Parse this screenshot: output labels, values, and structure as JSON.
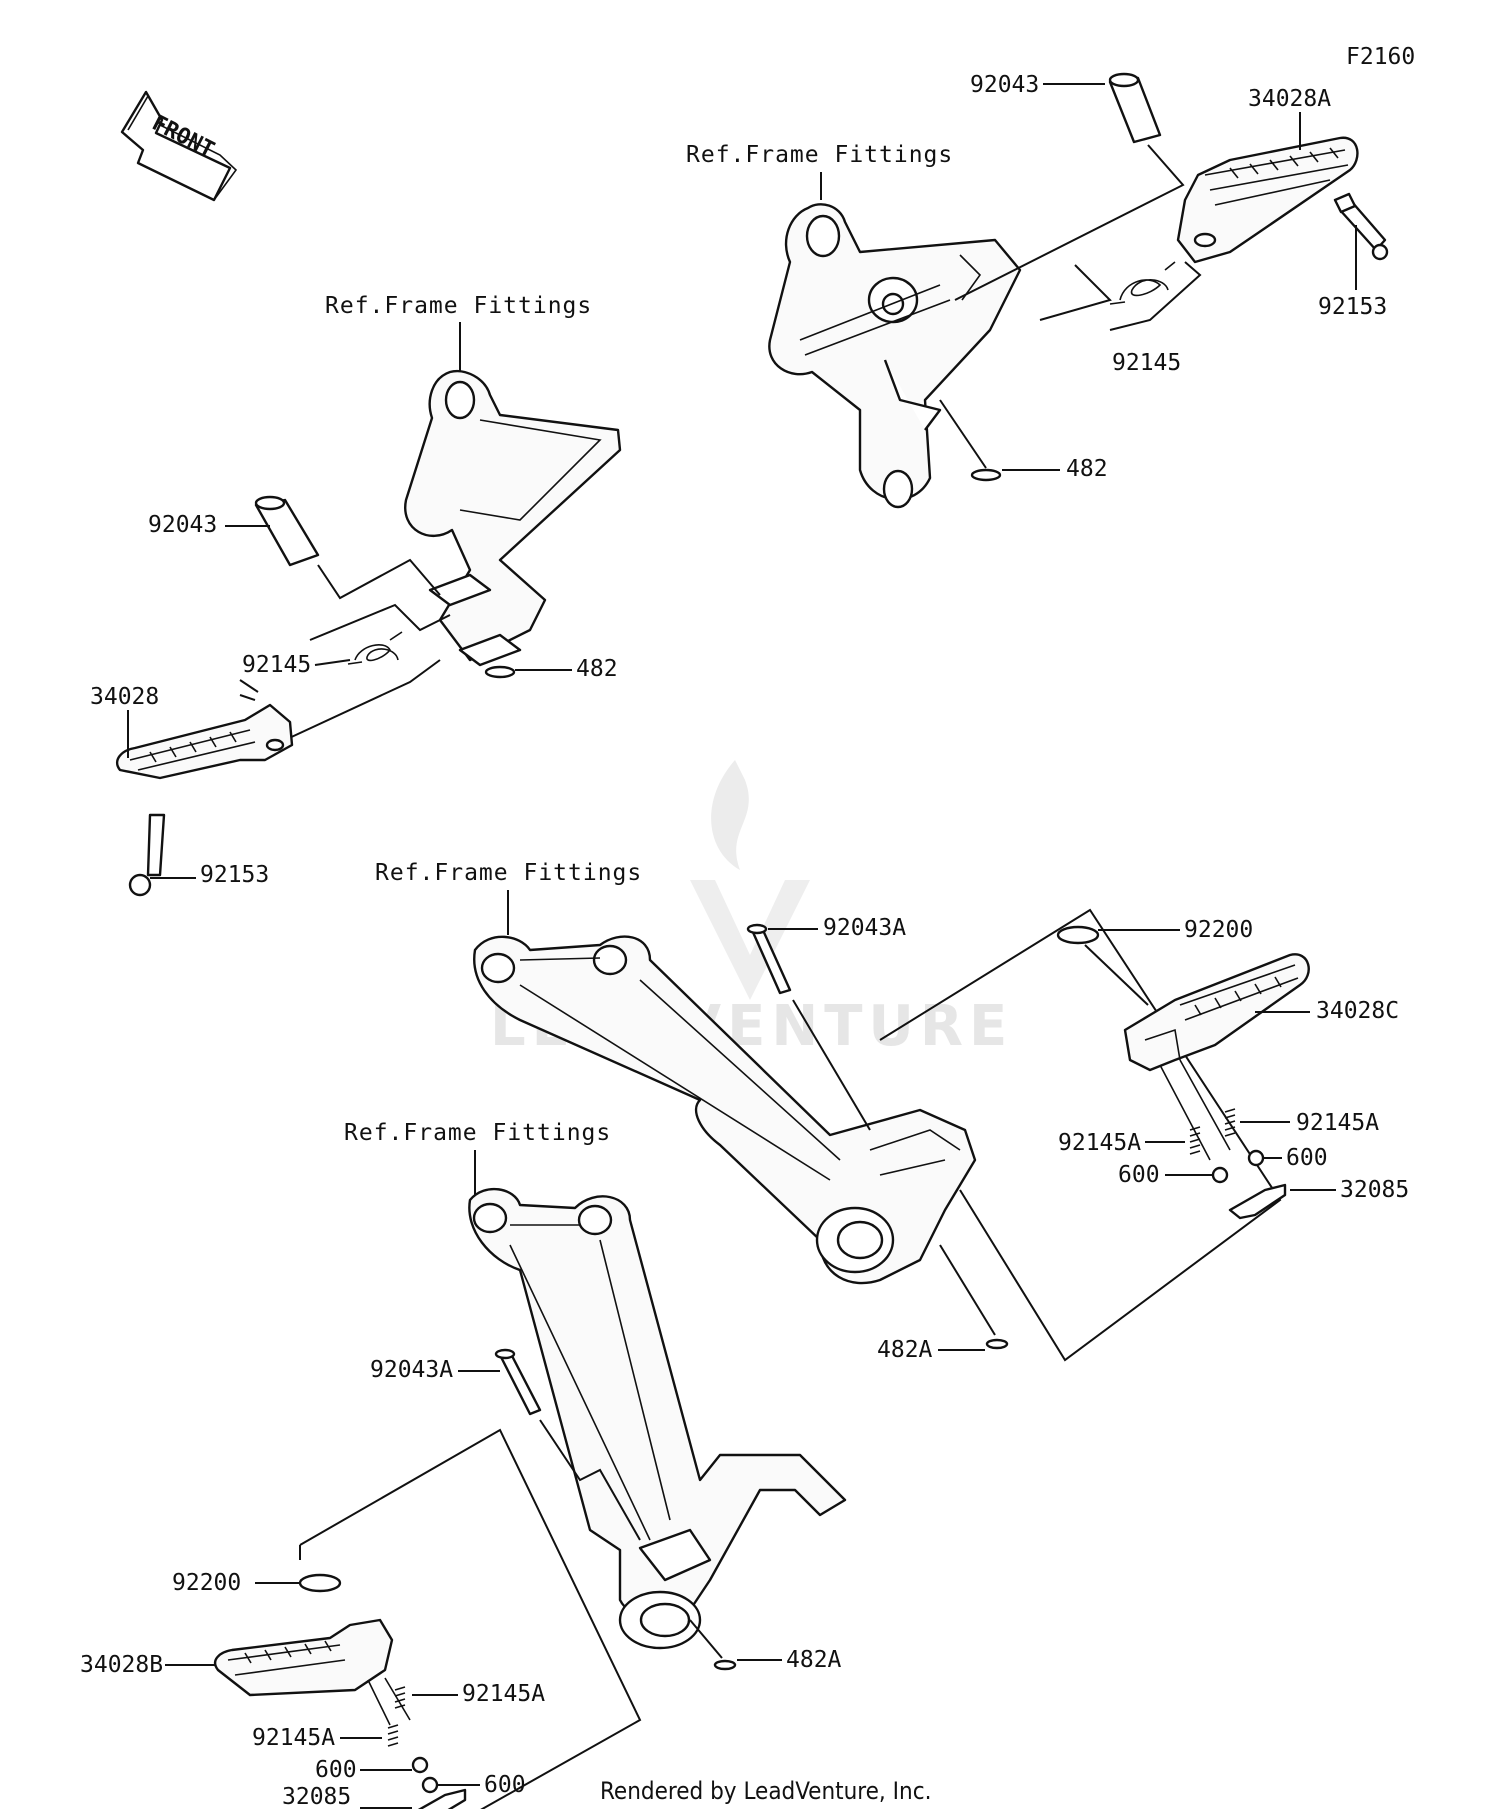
{
  "diagram_code": "F2160",
  "front_arrow_label": "FRONT",
  "ref_labels": {
    "top_right": "Ref.Frame Fittings",
    "top_left": "Ref.Frame Fittings",
    "mid_right": "Ref.Frame Fittings",
    "bottom_left": "Ref.Frame Fittings"
  },
  "part_labels": {
    "tr_92043": "92043",
    "tr_34028A": "34028A",
    "tr_92153": "92153",
    "tr_92145": "92145",
    "tr_482": "482",
    "tl_92043": "92043",
    "tl_92145": "92145",
    "tl_482": "482",
    "tl_34028": "34028",
    "tl_92153": "92153",
    "mr_92043A": "92043A",
    "mr_92200": "92200",
    "mr_34028C": "34028C",
    "mr_92145A_l": "92145A",
    "mr_92145A_r": "92145A",
    "mr_600_r": "600",
    "mr_600_l": "600",
    "mr_32085": "32085",
    "mr_482A": "482A",
    "bl_92043A": "92043A",
    "bl_92200": "92200",
    "bl_34028B": "34028B",
    "bl_92145A_r": "92145A",
    "bl_92145A_l": "92145A",
    "bl_600_l": "600",
    "bl_600_r": "600",
    "bl_32085": "32085",
    "bl_482A": "482A"
  },
  "watermark": "LEADVENTURE",
  "footer": "Rendered by LeadVenture, Inc."
}
